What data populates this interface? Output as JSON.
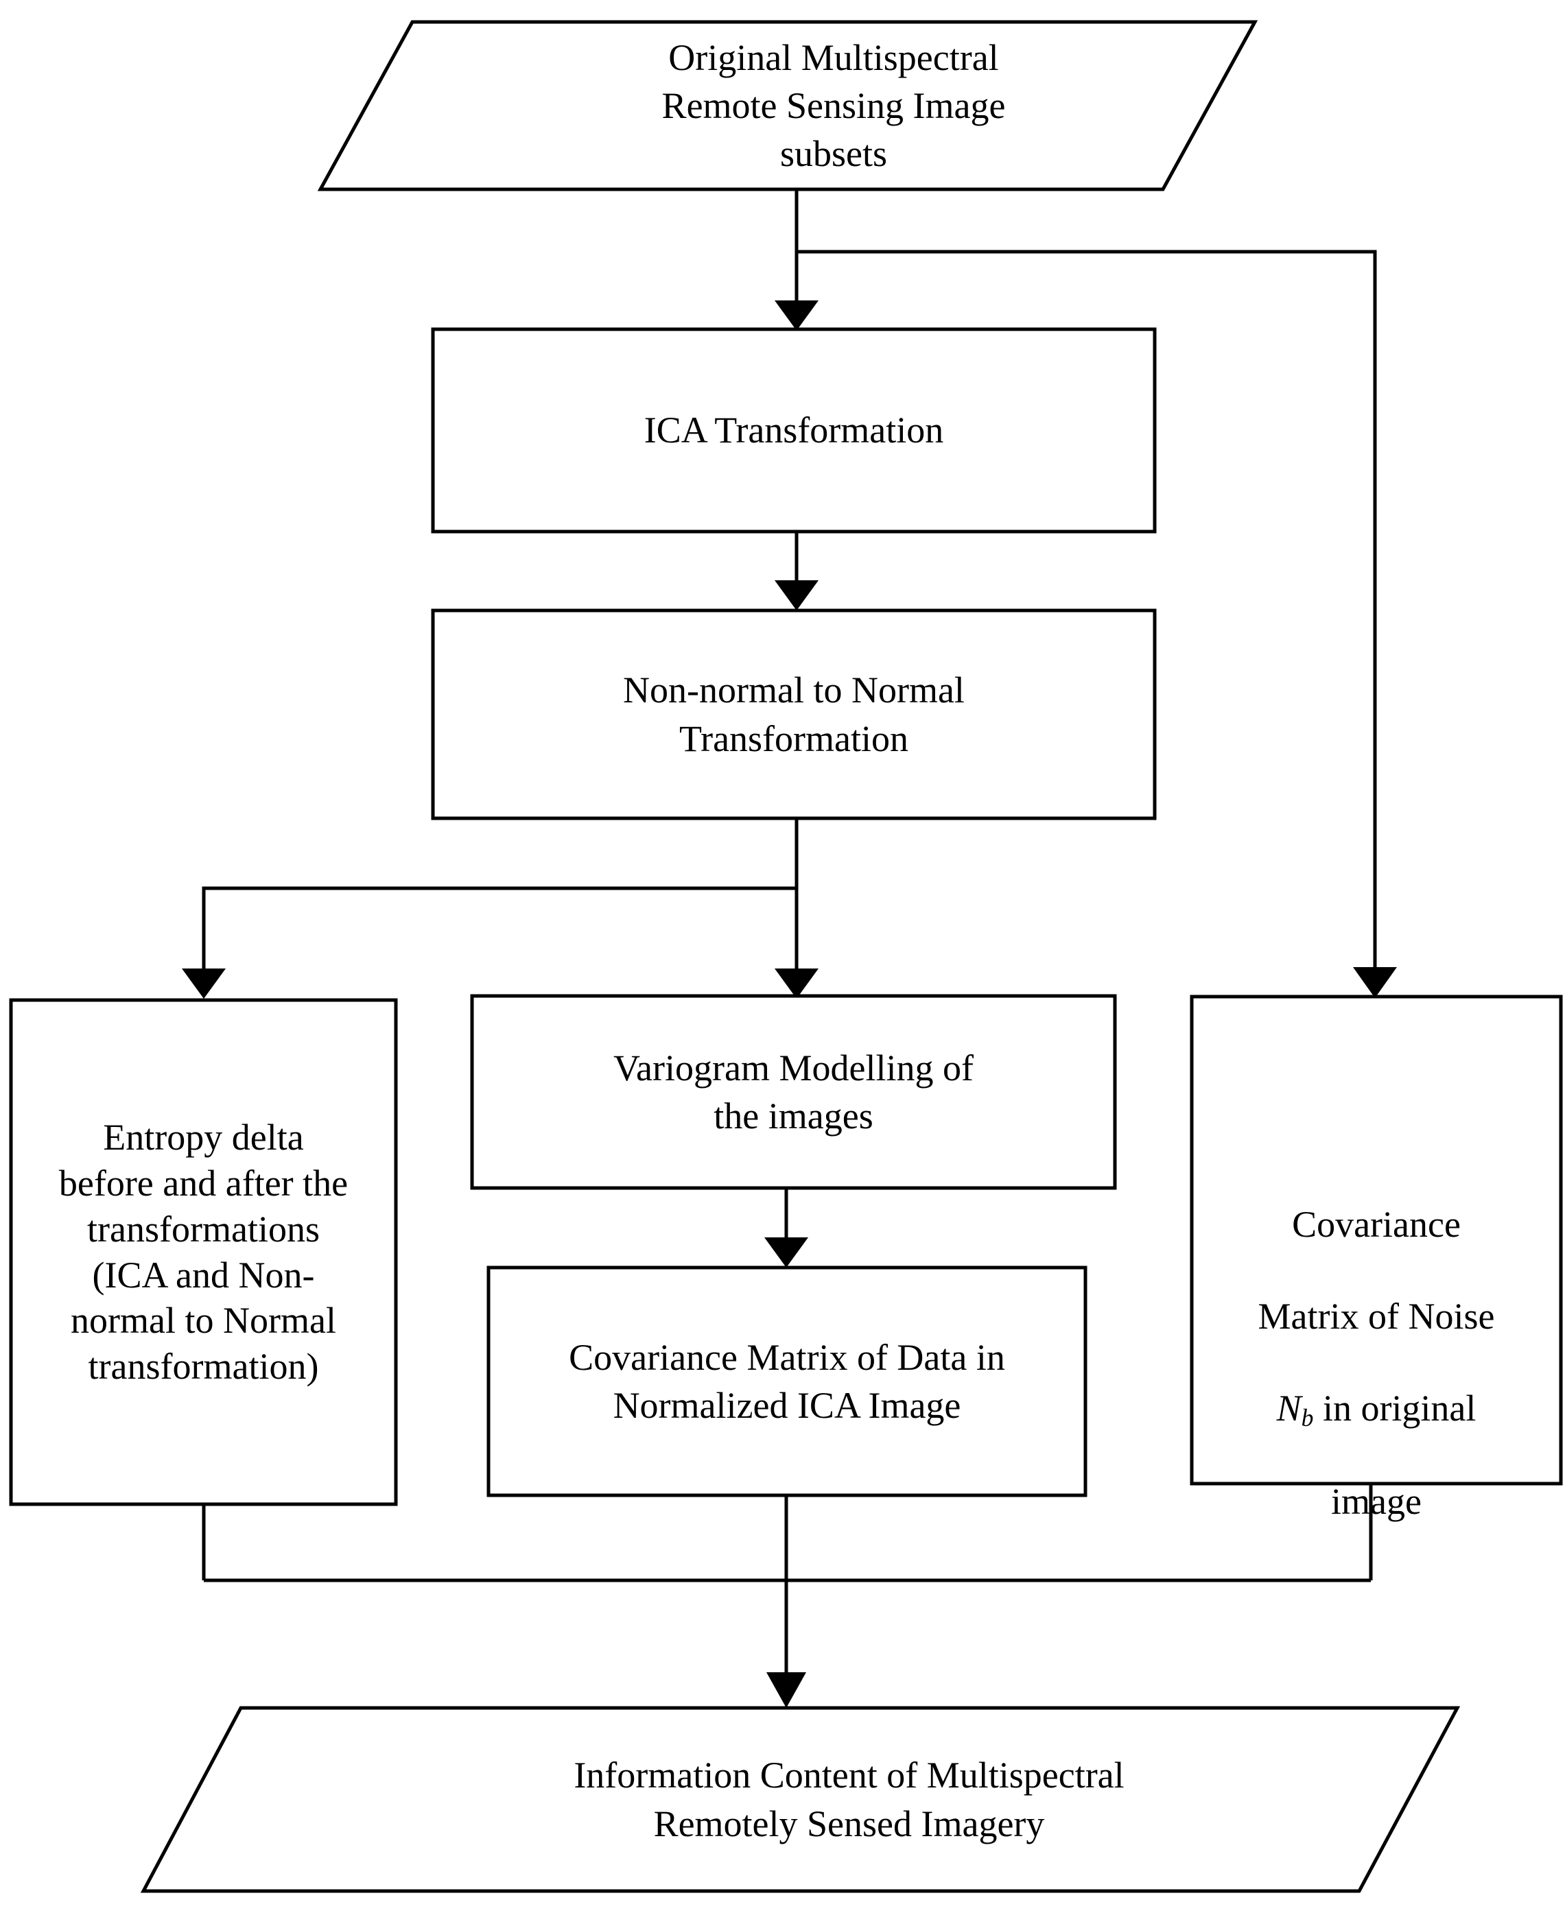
{
  "diagram": {
    "title": "Information content workflow for multispectral remote sensing imagery",
    "background_color": "#ffffff",
    "line_color": "#000000",
    "nodes": [
      {
        "id": "input",
        "shape": "parallelogram",
        "label": "Original Multispectral\nRemote Sensing Image\nsubsets"
      },
      {
        "id": "ica",
        "shape": "rectangle",
        "label": "ICA Transformation"
      },
      {
        "id": "nonnormal",
        "shape": "rectangle",
        "label": "Non-normal to Normal\nTransformation"
      },
      {
        "id": "entropy",
        "shape": "rectangle",
        "label": "Entropy delta\nbefore and after the\ntransformations\n(ICA and Non-\nnormal to Normal\ntransformation)"
      },
      {
        "id": "variogram",
        "shape": "rectangle",
        "label": "Variogram Modelling of\nthe images"
      },
      {
        "id": "covdata",
        "shape": "rectangle",
        "label": "Covariance Matrix of Data in\nNormalized ICA Image"
      },
      {
        "id": "covnoise",
        "shape": "rectangle",
        "label_line1": "Covariance",
        "label_line2": "Matrix of Noise",
        "label_line3_prefix": "",
        "label_line3_var": "N",
        "label_line3_sub": "b",
        "label_line3_suffix": " in original",
        "label_line4": "image",
        "label_plain": "Covariance Matrix of Noise N_b in original image"
      },
      {
        "id": "output",
        "shape": "parallelogram",
        "label": "Information Content of Multispectral\nRemotely Sensed Imagery"
      }
    ],
    "edges": [
      {
        "from": "input",
        "to": "ica",
        "kind": "arrow"
      },
      {
        "from": "input",
        "to": "covnoise",
        "kind": "arrow"
      },
      {
        "from": "ica",
        "to": "nonnormal",
        "kind": "arrow"
      },
      {
        "from": "nonnormal",
        "to": "entropy",
        "kind": "arrow"
      },
      {
        "from": "nonnormal",
        "to": "variogram",
        "kind": "arrow"
      },
      {
        "from": "variogram",
        "to": "covdata",
        "kind": "arrow"
      },
      {
        "from": "entropy",
        "to": "output",
        "kind": "arrow"
      },
      {
        "from": "covdata",
        "to": "output",
        "kind": "arrow"
      },
      {
        "from": "covnoise",
        "to": "output",
        "kind": "arrow"
      }
    ]
  }
}
